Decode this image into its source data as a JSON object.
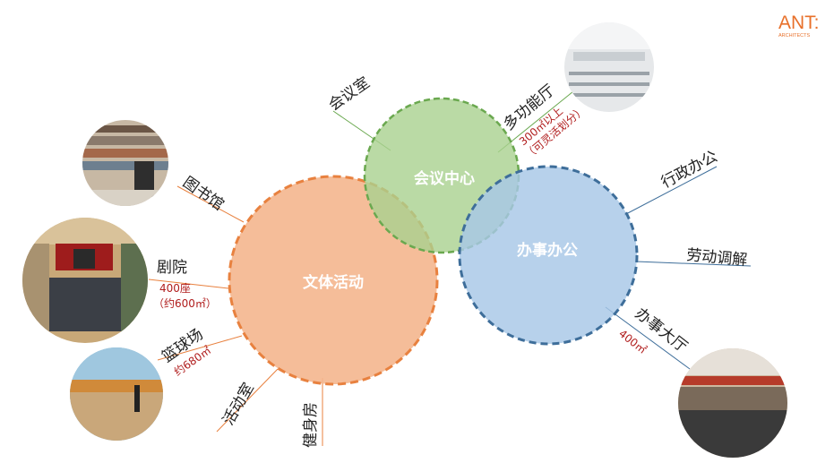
{
  "logo": {
    "name": "ANT:",
    "subtitle": "ARCHITECTS"
  },
  "circles": {
    "culture": {
      "label": "文体活动",
      "color": "#f4b68e",
      "stroke": "#e8813f"
    },
    "meeting": {
      "label": "会议中心",
      "color": "#a9d18e",
      "stroke": "#6aa84f"
    },
    "office": {
      "label": "办事办公",
      "color": "#a7c7e7",
      "stroke": "#3e6e9a"
    }
  },
  "labels": {
    "meeting_room": "会议室",
    "multi_hall": "多功能厅",
    "multi_hall_note1": "300㎡以上",
    "multi_hall_note2": "（可灵活划分）",
    "library": "图书馆",
    "theater": "剧院",
    "theater_note1": "400座",
    "theater_note2": "（约600㎡）",
    "basketball": "篮球场",
    "basketball_note": "约680㎡",
    "activity_room": "活动室",
    "gym": "健身房",
    "admin_office": "行政办公",
    "labor_mediation": "劳动调解",
    "service_hall": "办事大厅",
    "service_hall_note": "400㎡"
  }
}
